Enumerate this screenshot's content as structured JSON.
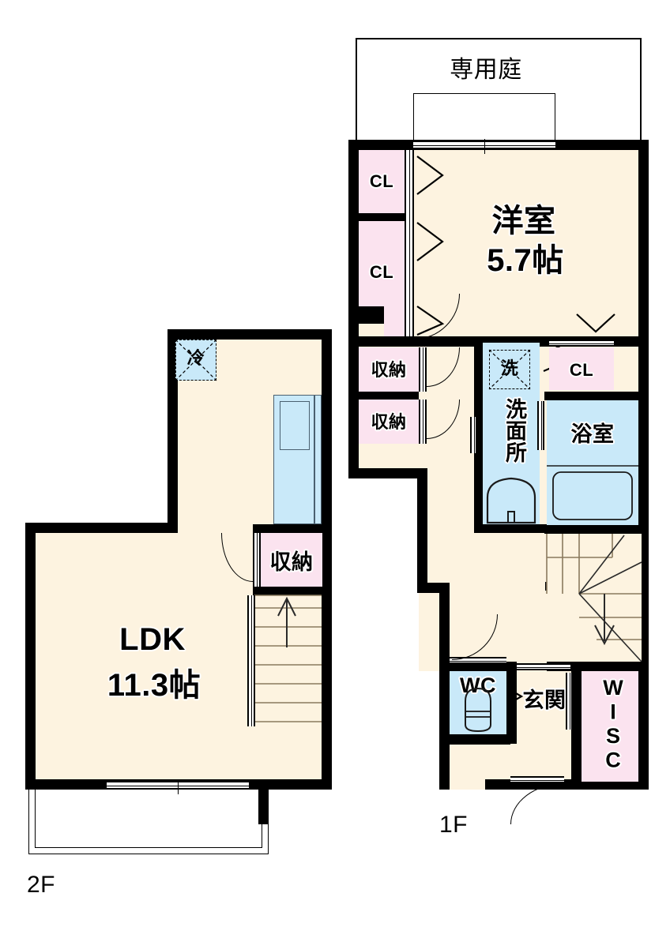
{
  "document": {
    "type": "real-estate-floor-plan",
    "layout_summary": "1LDK maisonette, 1F bedroom + water areas, 2F LDK"
  },
  "floors": [
    {
      "id": "1f",
      "label": "1F"
    },
    {
      "id": "2f",
      "label": "2F"
    }
  ],
  "outdoor": {
    "garden_label": "専用庭",
    "balcony_label": ""
  },
  "rooms_1f": {
    "bedroom": {
      "name": "洋室",
      "area": "5.7帖"
    },
    "closet_top": {
      "label": "CL"
    },
    "closet_second": {
      "label": "CL"
    },
    "closet_bath": {
      "label": "CL"
    },
    "storage_upper": {
      "label": "収納"
    },
    "storage_lower": {
      "label": "収納"
    },
    "washroom": {
      "label": "洗面所",
      "appliance": "洗"
    },
    "bathroom": {
      "label": "浴室"
    },
    "toilet": {
      "label": "WC"
    },
    "entrance": {
      "label": "玄関"
    },
    "shoe_closet": {
      "label": "WISC"
    }
  },
  "rooms_2f": {
    "ldk": {
      "name": "LDK",
      "area": "11.3帖"
    },
    "storage": {
      "label": "収納"
    },
    "refrigerator": {
      "label": "冷"
    }
  },
  "colors": {
    "wall": "#000000",
    "floor": "#fdf3e0",
    "closet": "#fbe3ef",
    "wet_area": "#c9e9f9",
    "background": "#ffffff"
  }
}
